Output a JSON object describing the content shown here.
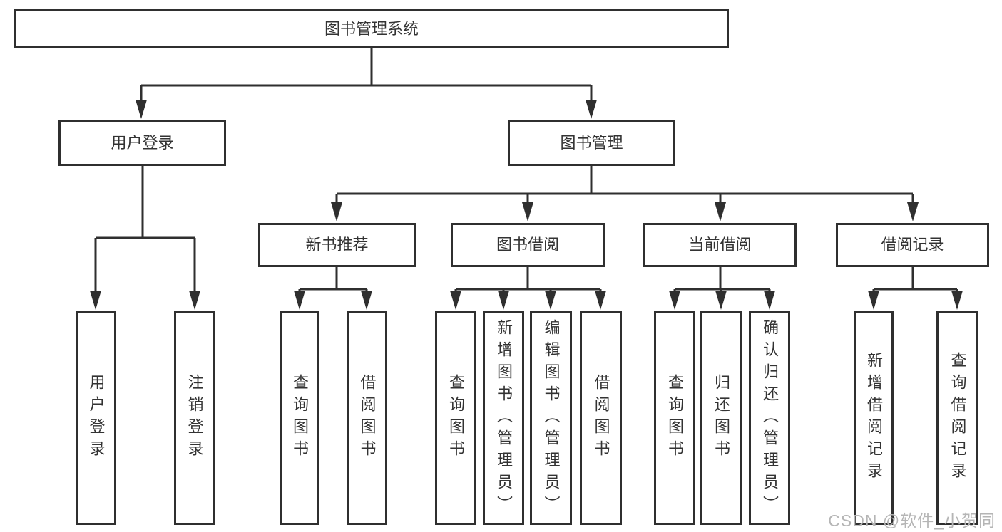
{
  "diagram": {
    "root_label": "图书管理系统",
    "user_branch": {
      "label": "用户登录",
      "children": [
        {
          "label": "用户登录"
        },
        {
          "label": "注销登录"
        }
      ]
    },
    "book_branch": {
      "label": "图书管理",
      "sections": [
        {
          "label": "新书推荐",
          "children": [
            {
              "label": "查询图书"
            },
            {
              "label": "借阅图书"
            }
          ]
        },
        {
          "label": "图书借阅",
          "children": [
            {
              "label": "查询图书"
            },
            {
              "label": "新增图书（管理员）"
            },
            {
              "label": "编辑图书（管理员）"
            },
            {
              "label": "借阅图书"
            }
          ]
        },
        {
          "label": "当前借阅",
          "children": [
            {
              "label": "查询图书"
            },
            {
              "label": "归还图书"
            },
            {
              "label": "确认归还（管理员）"
            }
          ]
        },
        {
          "label": "借阅记录",
          "children": [
            {
              "label": "新增借阅记录"
            },
            {
              "label": "查询借阅记录"
            }
          ]
        }
      ]
    }
  },
  "watermark": {
    "text": "CSDN @软件_小贺同学"
  },
  "colors": {
    "line": "#2f2f2f",
    "text": "#333333",
    "watermark": "#b5b5b5",
    "background": "#ffffff"
  }
}
